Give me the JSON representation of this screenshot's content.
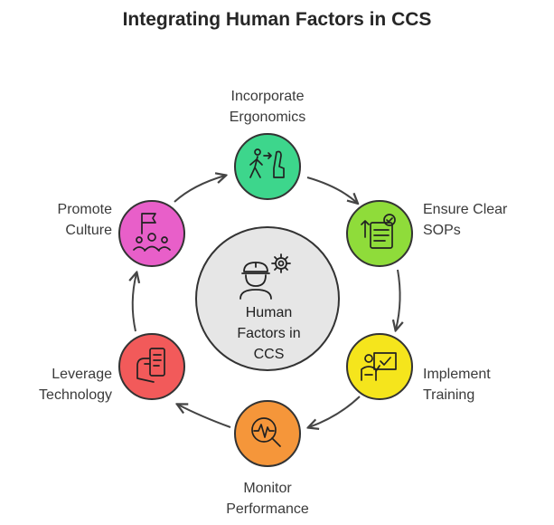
{
  "title": "Integrating Human Factors in CCS",
  "center": {
    "lines": [
      "Human",
      "Factors in",
      "CCS"
    ],
    "fill": "#e6e6e6",
    "icon": "worker-gear-icon"
  },
  "nodes": [
    {
      "id": "ergonomics",
      "lines": [
        "Incorporate",
        "Ergonomics"
      ],
      "fill": "#3dd68c",
      "icon": "walking-seat-icon"
    },
    {
      "id": "sops",
      "lines": [
        "Ensure Clear",
        "SOPs"
      ],
      "fill": "#8fdc3a",
      "icon": "checklist-document-icon"
    },
    {
      "id": "training",
      "lines": [
        "Implement",
        "Training"
      ],
      "fill": "#f5e51c",
      "icon": "trainer-board-icon"
    },
    {
      "id": "performance",
      "lines": [
        "Monitor",
        "Performance"
      ],
      "fill": "#f5963a",
      "icon": "magnify-pulse-icon"
    },
    {
      "id": "technology",
      "lines": [
        "Leverage",
        "Technology"
      ],
      "fill": "#f25a5a",
      "icon": "hand-phone-icon"
    },
    {
      "id": "culture",
      "lines": [
        "Promote",
        "Culture"
      ],
      "fill": "#e85fc9",
      "icon": "flag-team-icon"
    }
  ]
}
